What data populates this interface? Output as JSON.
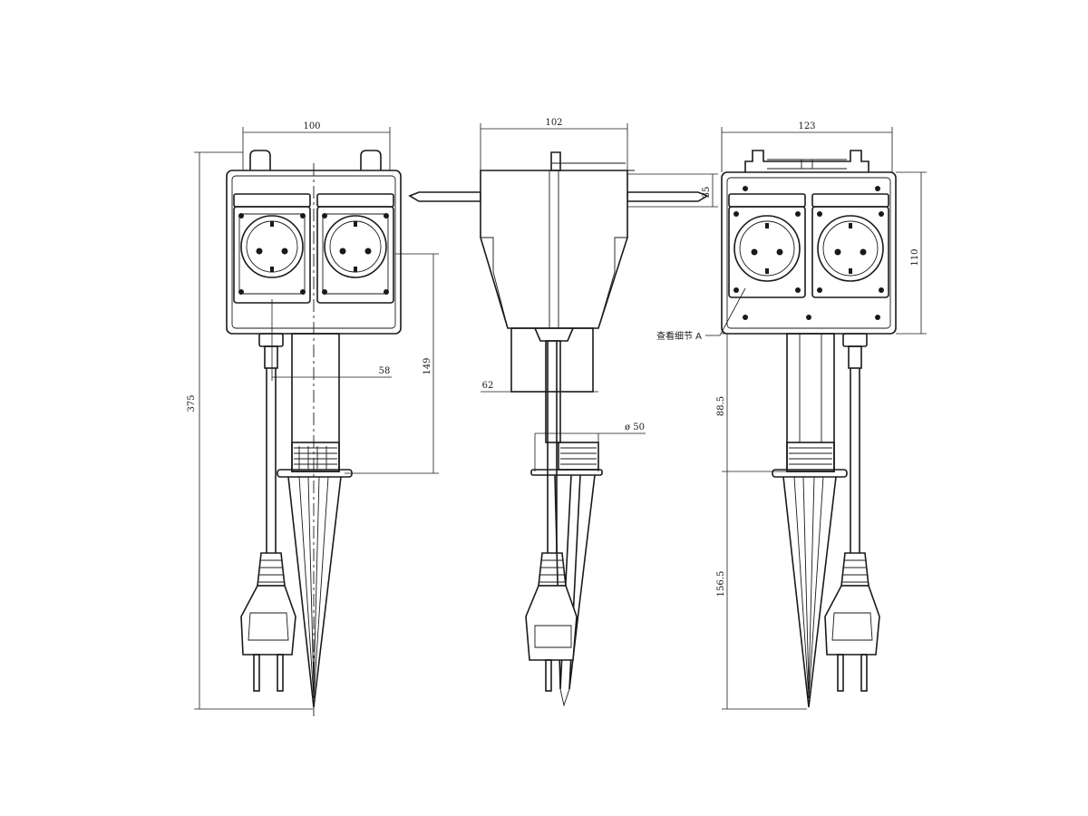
{
  "colors": {
    "ink": "#1a1a1a",
    "paper": "#ffffff"
  },
  "views": {
    "front": {
      "dim_width": "100",
      "dim_height_total": "375",
      "dim_socket_spacing": "58",
      "dim_body_to_collar": "149"
    },
    "side": {
      "dim_width": "102",
      "dim_top_height": "35",
      "dim_neck_width": "62",
      "dim_stake_diameter": "ø 50"
    },
    "back": {
      "dim_width": "123",
      "dim_body_height": "110",
      "dim_upper_post": "88.5",
      "dim_stake_length": "156.5",
      "detail_note": "查看细节 A"
    }
  }
}
